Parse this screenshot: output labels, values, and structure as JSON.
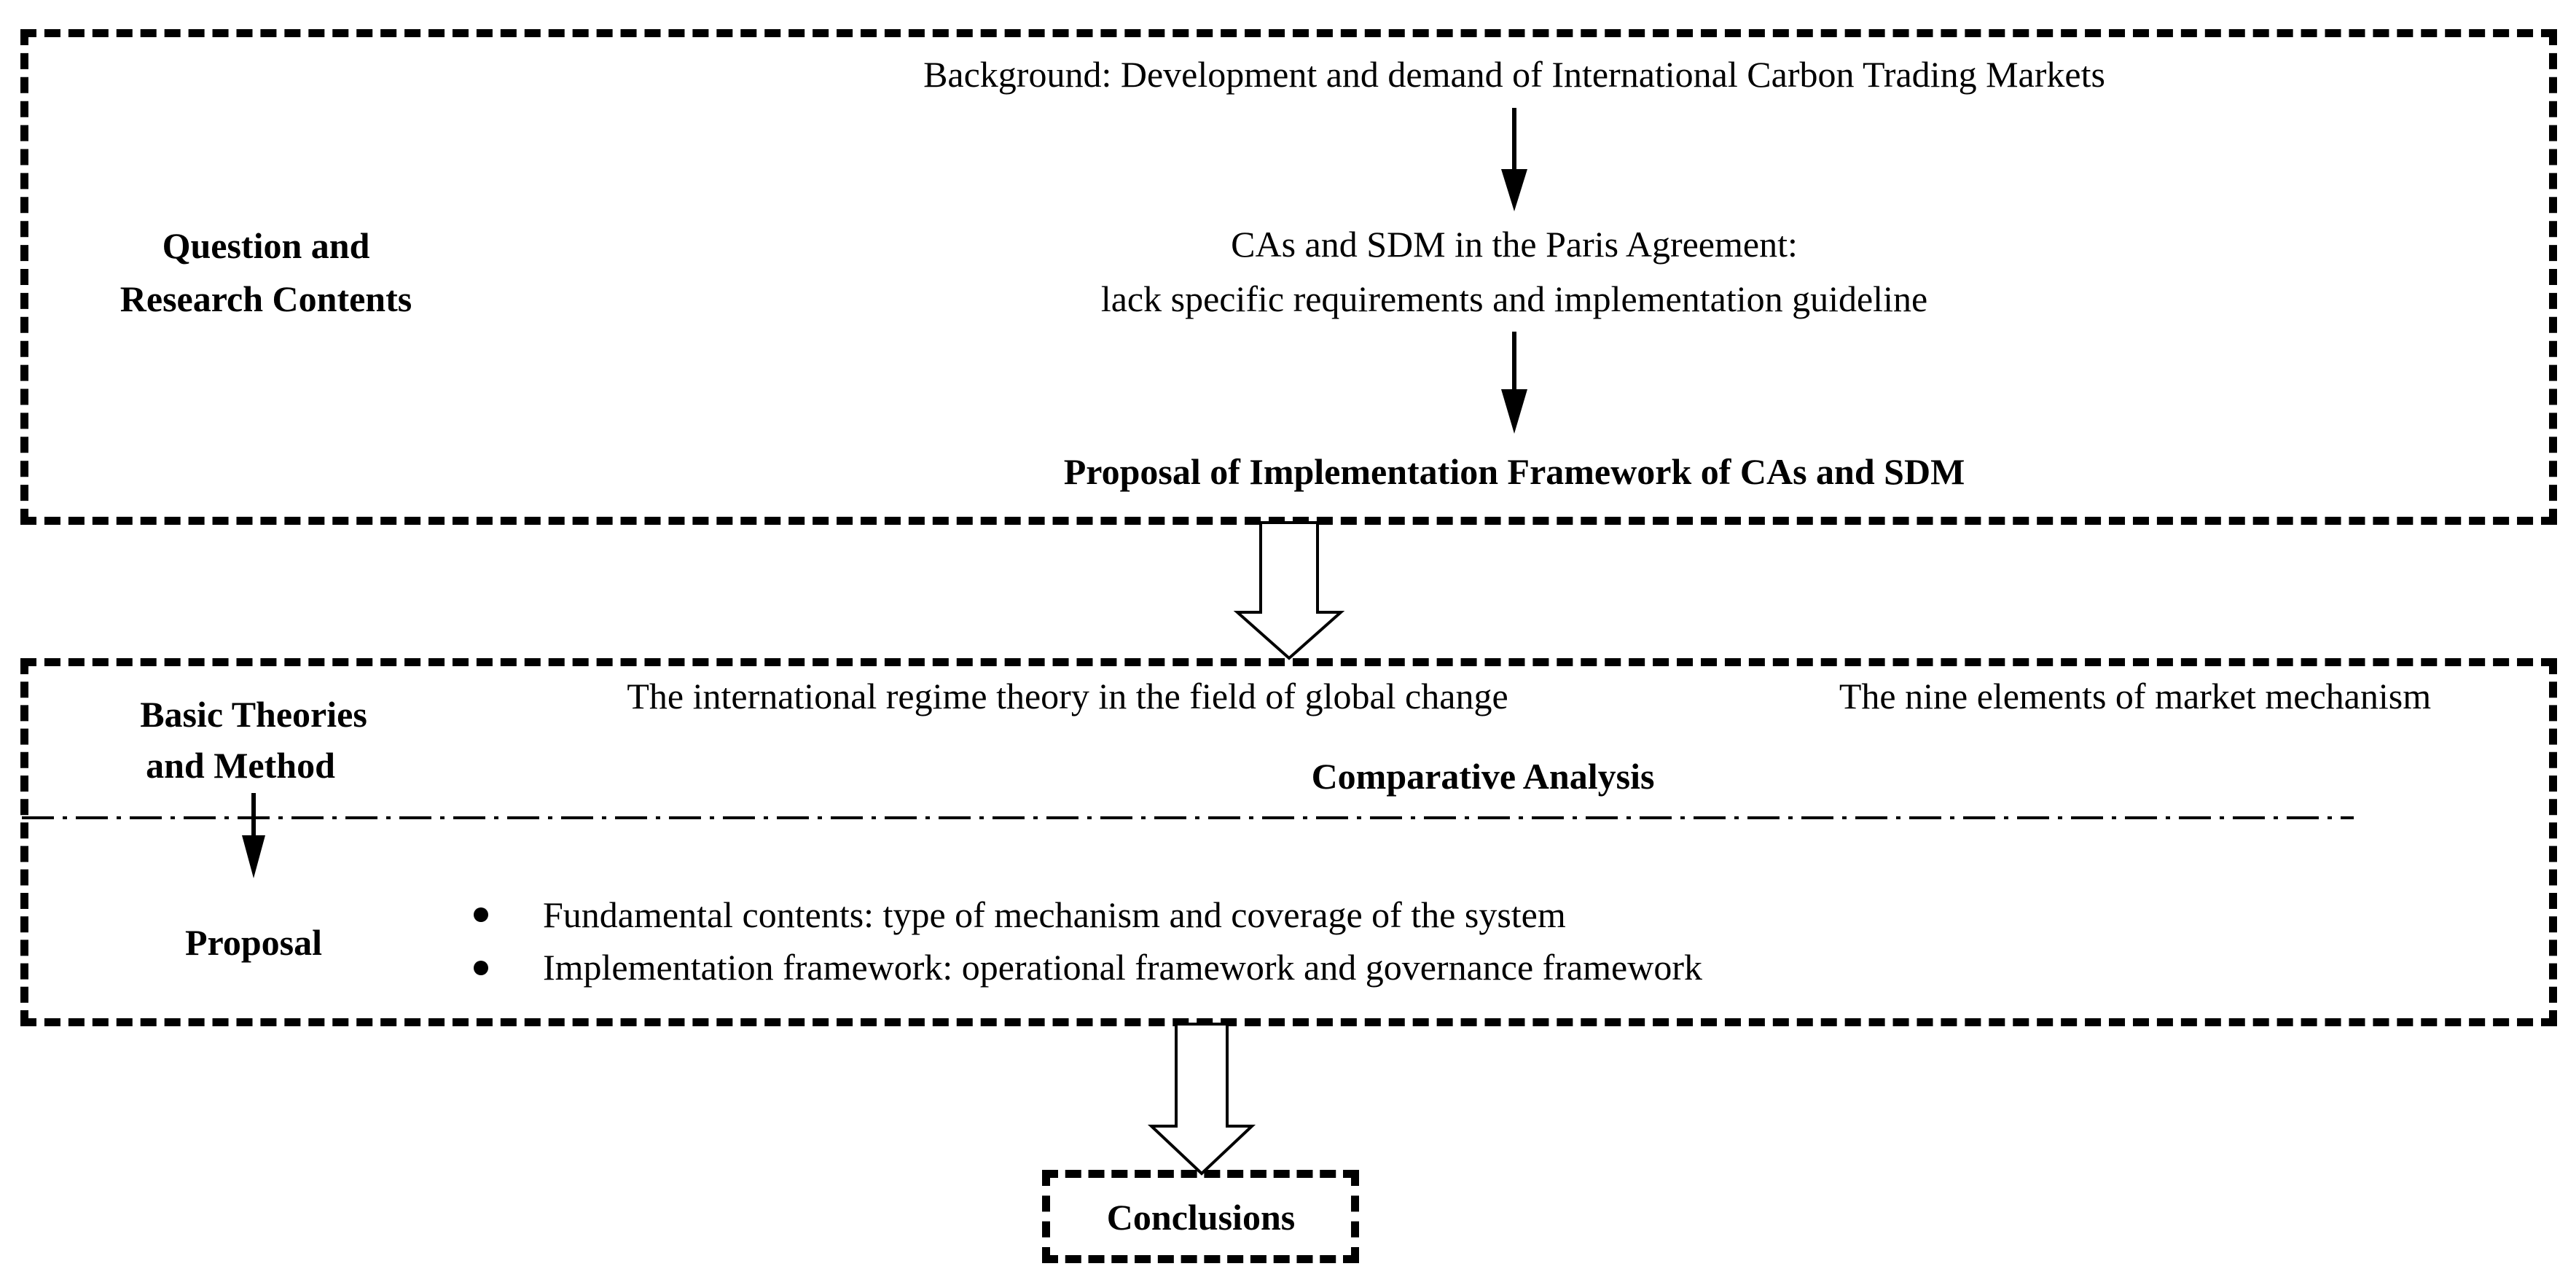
{
  "section1": {
    "label_line1": "Question and",
    "label_line2": "Research Contents",
    "background": "Background: Development and demand of  International Carbon Trading Markets",
    "cas_line1": "CAs and SDM in the Paris Agreement:",
    "cas_line2": "lack specific requirements and implementation guideline",
    "proposal_title": "Proposal of Implementation Framework of  CAs and SDM"
  },
  "section2": {
    "label_line1": "Basic Theories",
    "label_line2": "and Method",
    "theory_left": "The international regime theory in the field of global change",
    "theory_right": "The nine elements of market mechanism",
    "comparative": "Comparative Analysis",
    "proposal_label": "Proposal",
    "bullets": [
      "Fundamental contents: type of mechanism and coverage of the system",
      "Implementation framework: operational framework and governance framework"
    ]
  },
  "conclusions": "Conclusions"
}
